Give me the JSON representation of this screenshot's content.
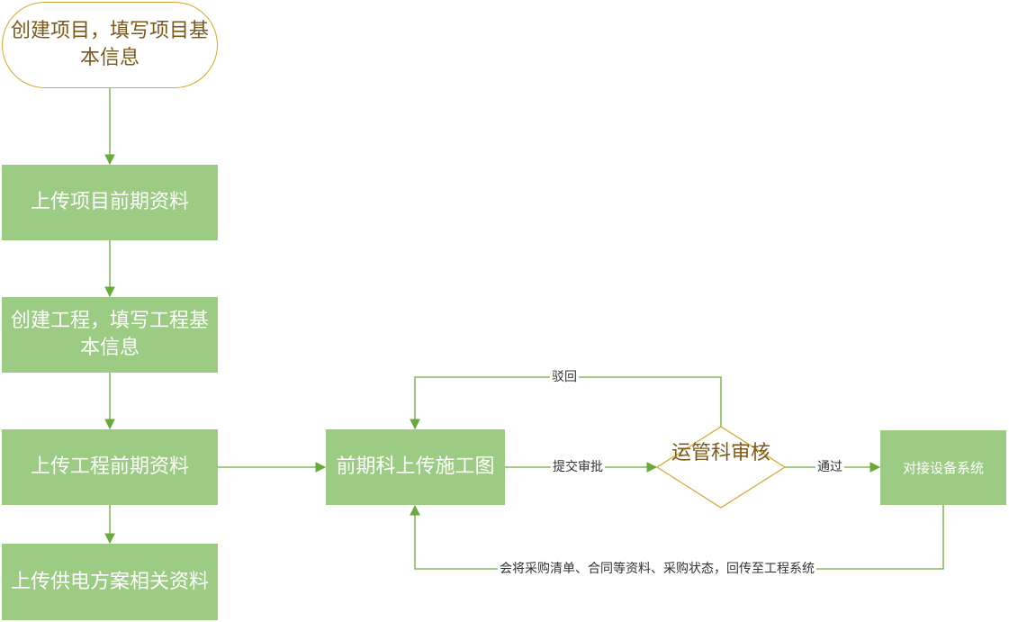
{
  "nodes": {
    "start": "创建项目，填写项目基本信息",
    "upload_project_docs": "上传项目前期资料",
    "create_project": "创建工程，填写工程基本信息",
    "upload_engineering_docs": "上传工程前期资料",
    "upload_power_plan": "上传供电方案相关资料",
    "upload_construction_drawings": "前期科上传施工图",
    "review_decision": "运管科审核",
    "device_system": "对接设备系统"
  },
  "edges": {
    "reject": "驳回",
    "submit": "提交审批",
    "pass": "通过",
    "feedback": "会将采购清单、合同等资料、采购状态，回传至工程系统"
  },
  "colors": {
    "node_fill": "#9ccb84",
    "line": "#6aaa3a",
    "start_border": "#d4a72c",
    "decision_border": "#d4a72c"
  }
}
